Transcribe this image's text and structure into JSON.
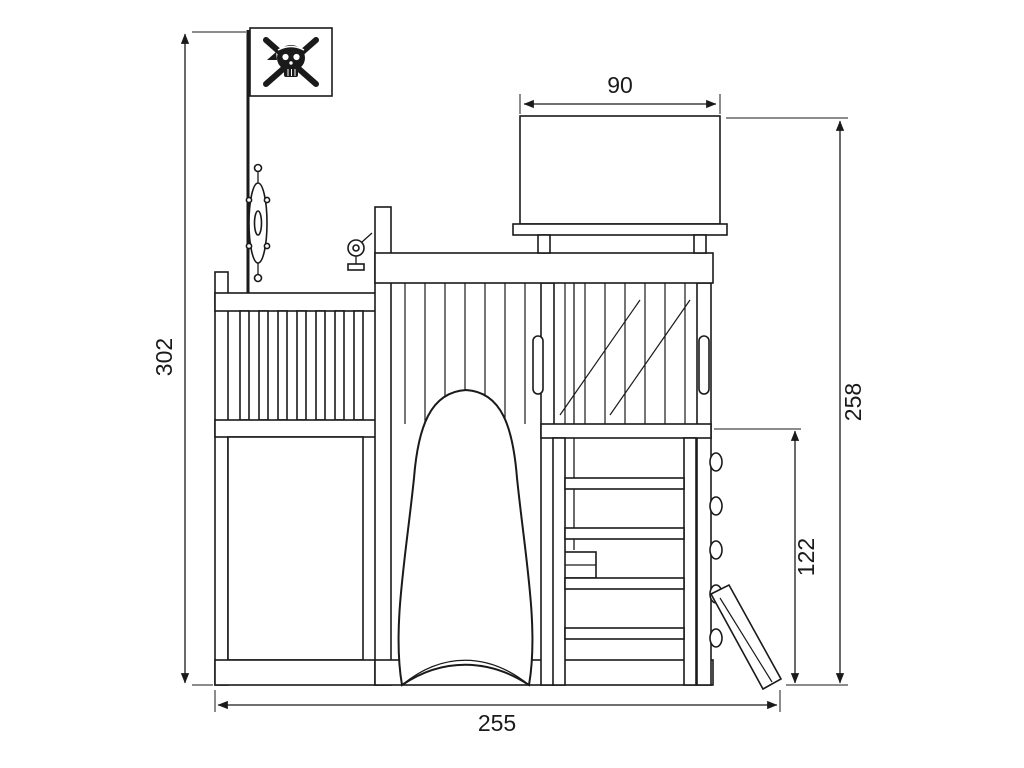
{
  "drawing": {
    "type": "technical-dimension-drawing",
    "subject": "pirate-themed playground climbing frame, front elevation",
    "dimensions": {
      "overall_height": "302",
      "roof_width": "90",
      "tower_height": "258",
      "platform_height": "122",
      "overall_width": "255"
    },
    "features": [
      "pirate-flag-skull-crossbones",
      "ship-steering-wheel",
      "telescope",
      "roof-canopy",
      "balcony-railing",
      "slide",
      "ladder",
      "climbing-holds",
      "climbing-ramp"
    ],
    "colors": {
      "line": "#1a1a1a",
      "background": "#ffffff"
    }
  }
}
